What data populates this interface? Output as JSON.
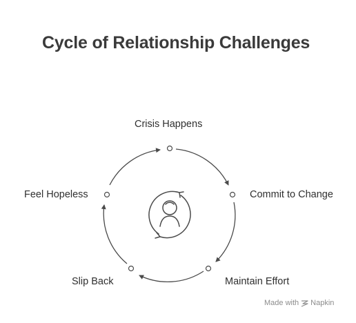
{
  "title": "Cycle of Relationship Challenges",
  "steps": [
    {
      "label": "Crisis Happens"
    },
    {
      "label": "Commit to Change"
    },
    {
      "label": "Maintain Effort"
    },
    {
      "label": "Slip Back"
    },
    {
      "label": "Feel Hopeless"
    }
  ],
  "center_icon": "person-cycle-icon",
  "watermark": {
    "prefix": "Made with",
    "brand": "Napkin",
    "icon": "napkin-logo-icon"
  },
  "colors": {
    "title": "#3a3a3a",
    "stroke": "#4a4a4a",
    "watermark": "#8c8c8c"
  }
}
